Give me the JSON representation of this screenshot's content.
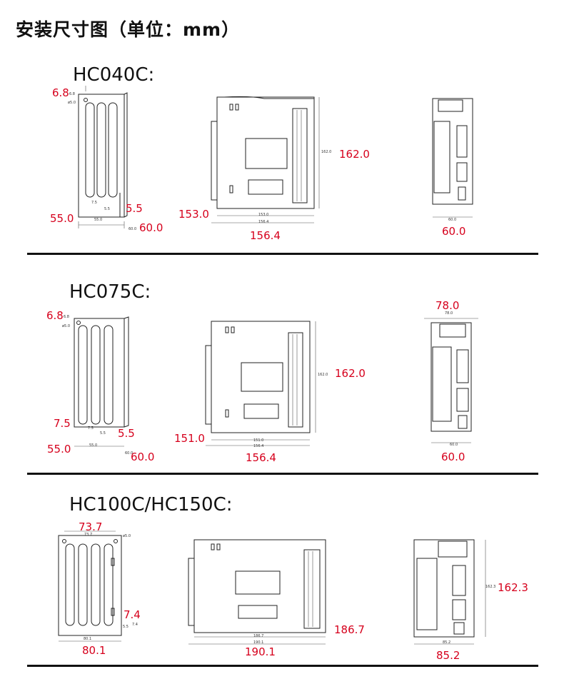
{
  "page_title": "安装尺寸图（单位：mm）",
  "sections": [
    {
      "model": "HC040C:",
      "side_view": {
        "top_hole": "6.8",
        "width_bottom": "55.0",
        "total_width": "60.0",
        "notch": "5.5",
        "tiny_top": "6.8",
        "tiny_hole": "ø5.0",
        "tiny_notch": "5.5",
        "tiny_slot": "7.5",
        "tiny_width": "55.0",
        "tiny_total": "60.0"
      },
      "body_view": {
        "height": "162.0",
        "depth": "153.0",
        "total_depth": "156.4",
        "tiny_height": "162.0",
        "tiny_depth": "153.0",
        "tiny_total": "156.4"
      },
      "front_view": {
        "width": "60.0",
        "tiny_width": "60.0"
      }
    },
    {
      "model": "HC075C:",
      "side_view": {
        "top_hole": "6.8",
        "slot": "7.5",
        "width_bottom": "55.0",
        "total_width": "60.0",
        "notch": "5.5",
        "tiny_top": "6.8",
        "tiny_hole": "ø5.0",
        "tiny_slot": "7.5",
        "tiny_notch": "5.5",
        "tiny_width": "55.0",
        "tiny_total": "60.0"
      },
      "body_view": {
        "height": "162.0",
        "depth": "151.0",
        "total_depth": "156.4",
        "tiny_height": "162.0",
        "tiny_depth": "151.0",
        "tiny_total": "156.4"
      },
      "front_view": {
        "top_width": "78.0",
        "width": "60.0",
        "tiny_top": "78.0",
        "tiny_width": "60.0"
      }
    },
    {
      "model": "HC100C/HC150C:",
      "side_view": {
        "hole_span": "73.7",
        "notch": "7.4",
        "total_width": "80.1",
        "tiny_span": "73.7",
        "tiny_hole": "ø5.0",
        "tiny_notch_a": "5.5",
        "tiny_notch_b": "7.4",
        "tiny_total": "80.1"
      },
      "body_view": {
        "depth": "186.7",
        "total_depth": "190.1",
        "tiny_depth": "186.7",
        "tiny_total": "190.1"
      },
      "front_view": {
        "height": "162.3",
        "width": "85.2",
        "tiny_height": "162.3",
        "tiny_width": "85.2"
      }
    }
  ]
}
